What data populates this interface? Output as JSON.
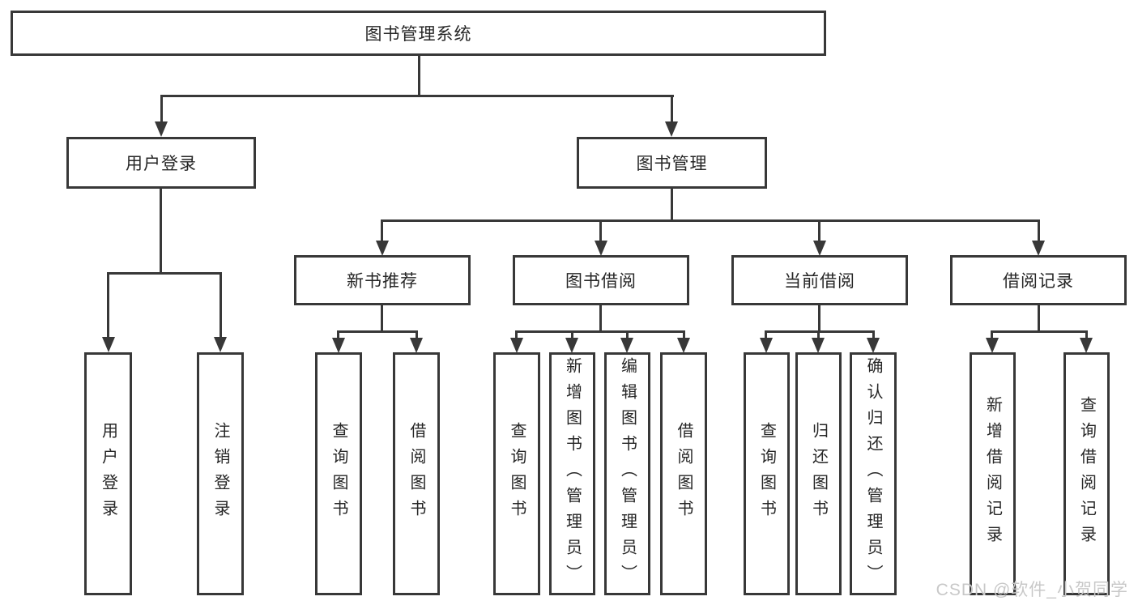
{
  "colors": {
    "line": "#383838",
    "text": "#262626",
    "watermark": "#c8c8c8",
    "background": "#ffffff"
  },
  "watermark": "CSDN @软件_小贺同学",
  "tree": {
    "root": {
      "label": "图书管理系统",
      "children": [
        {
          "label": "用户登录",
          "children": [
            {
              "label": "用户登录"
            },
            {
              "label": "注销登录"
            }
          ]
        },
        {
          "label": "图书管理",
          "children": [
            {
              "label": "新书推荐",
              "children": [
                {
                  "label": "查询图书"
                },
                {
                  "label": "借阅图书"
                }
              ]
            },
            {
              "label": "图书借阅",
              "children": [
                {
                  "label": "查询图书"
                },
                {
                  "label": "新增图书（管理员）"
                },
                {
                  "label": "编辑图书（管理员）"
                },
                {
                  "label": "借阅图书"
                }
              ]
            },
            {
              "label": "当前借阅",
              "children": [
                {
                  "label": "查询图书"
                },
                {
                  "label": "归还图书"
                },
                {
                  "label": "确认归还（管理员）"
                }
              ]
            },
            {
              "label": "借阅记录",
              "children": [
                {
                  "label": "新增借阅记录"
                },
                {
                  "label": "查询借阅记录"
                }
              ]
            }
          ]
        }
      ]
    }
  }
}
